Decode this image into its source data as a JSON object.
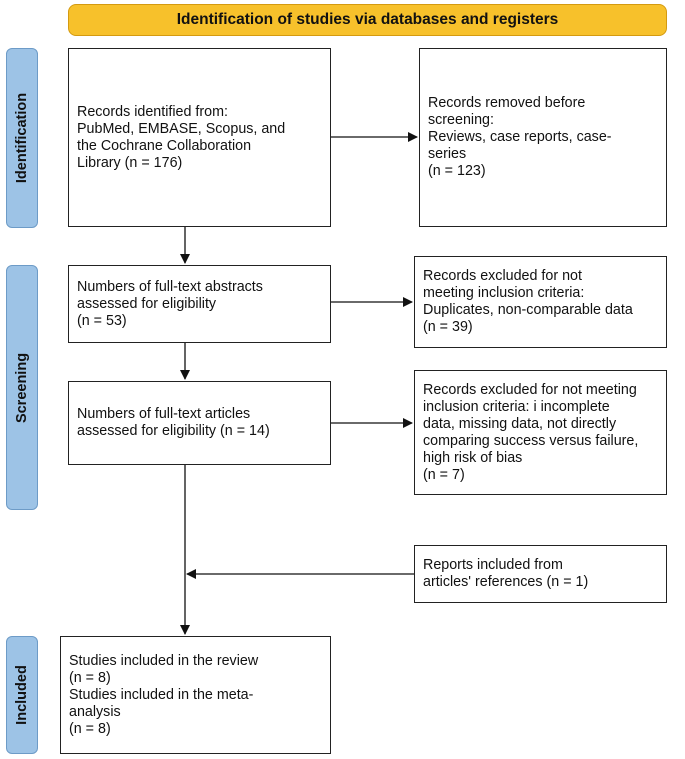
{
  "header": "Identification of studies via databases and registers",
  "phases": {
    "identification": "Identification",
    "screening": "Screening",
    "included": "Included"
  },
  "boxes": {
    "records_identified": "Records identified from:\nPubMed, EMBASE, Scopus, and\nthe Cochrane Collaboration\nLibrary (n = 176)",
    "records_removed": "Records removed before\nscreening:\nReviews, case reports, case-\nseries\n(n = 123)",
    "abstracts_assessed": "Numbers of full-text abstracts\nassessed for eligibility\n(n = 53)",
    "records_excluded_1": "Records excluded for not\nmeeting inclusion criteria:\nDuplicates, non-comparable data\n(n = 39)",
    "articles_assessed": "Numbers of full-text articles\nassessed for eligibility (n = 14)",
    "records_excluded_2": "Records excluded for not meeting\ninclusion criteria: i incomplete\ndata, missing data, not directly\ncomparing success versus failure,\nhigh risk of bias\n(n = 7)",
    "reports_included": "Reports included from\narticles' references (n = 1)",
    "studies_included": "Studies included in the review\n(n = 8)\nStudies included in the meta-\nanalysis\n(n = 8)"
  },
  "colors": {
    "header_fill": "#f7c12b",
    "phase_fill": "#9dc3e6"
  }
}
